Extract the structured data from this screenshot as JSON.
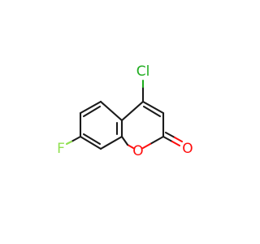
{
  "molecule": {
    "atoms": {
      "chlorine": {
        "label": "Cl",
        "color": "#1fad1f"
      },
      "fluorine": {
        "label": "F",
        "color": "#90e050"
      },
      "ring_oxygen": {
        "label": "O",
        "color": "#ff0d0d"
      },
      "carbonyl_oxygen": {
        "label": "O",
        "color": "#ff0d0d"
      }
    },
    "bond_color": "#1a1a1a"
  }
}
